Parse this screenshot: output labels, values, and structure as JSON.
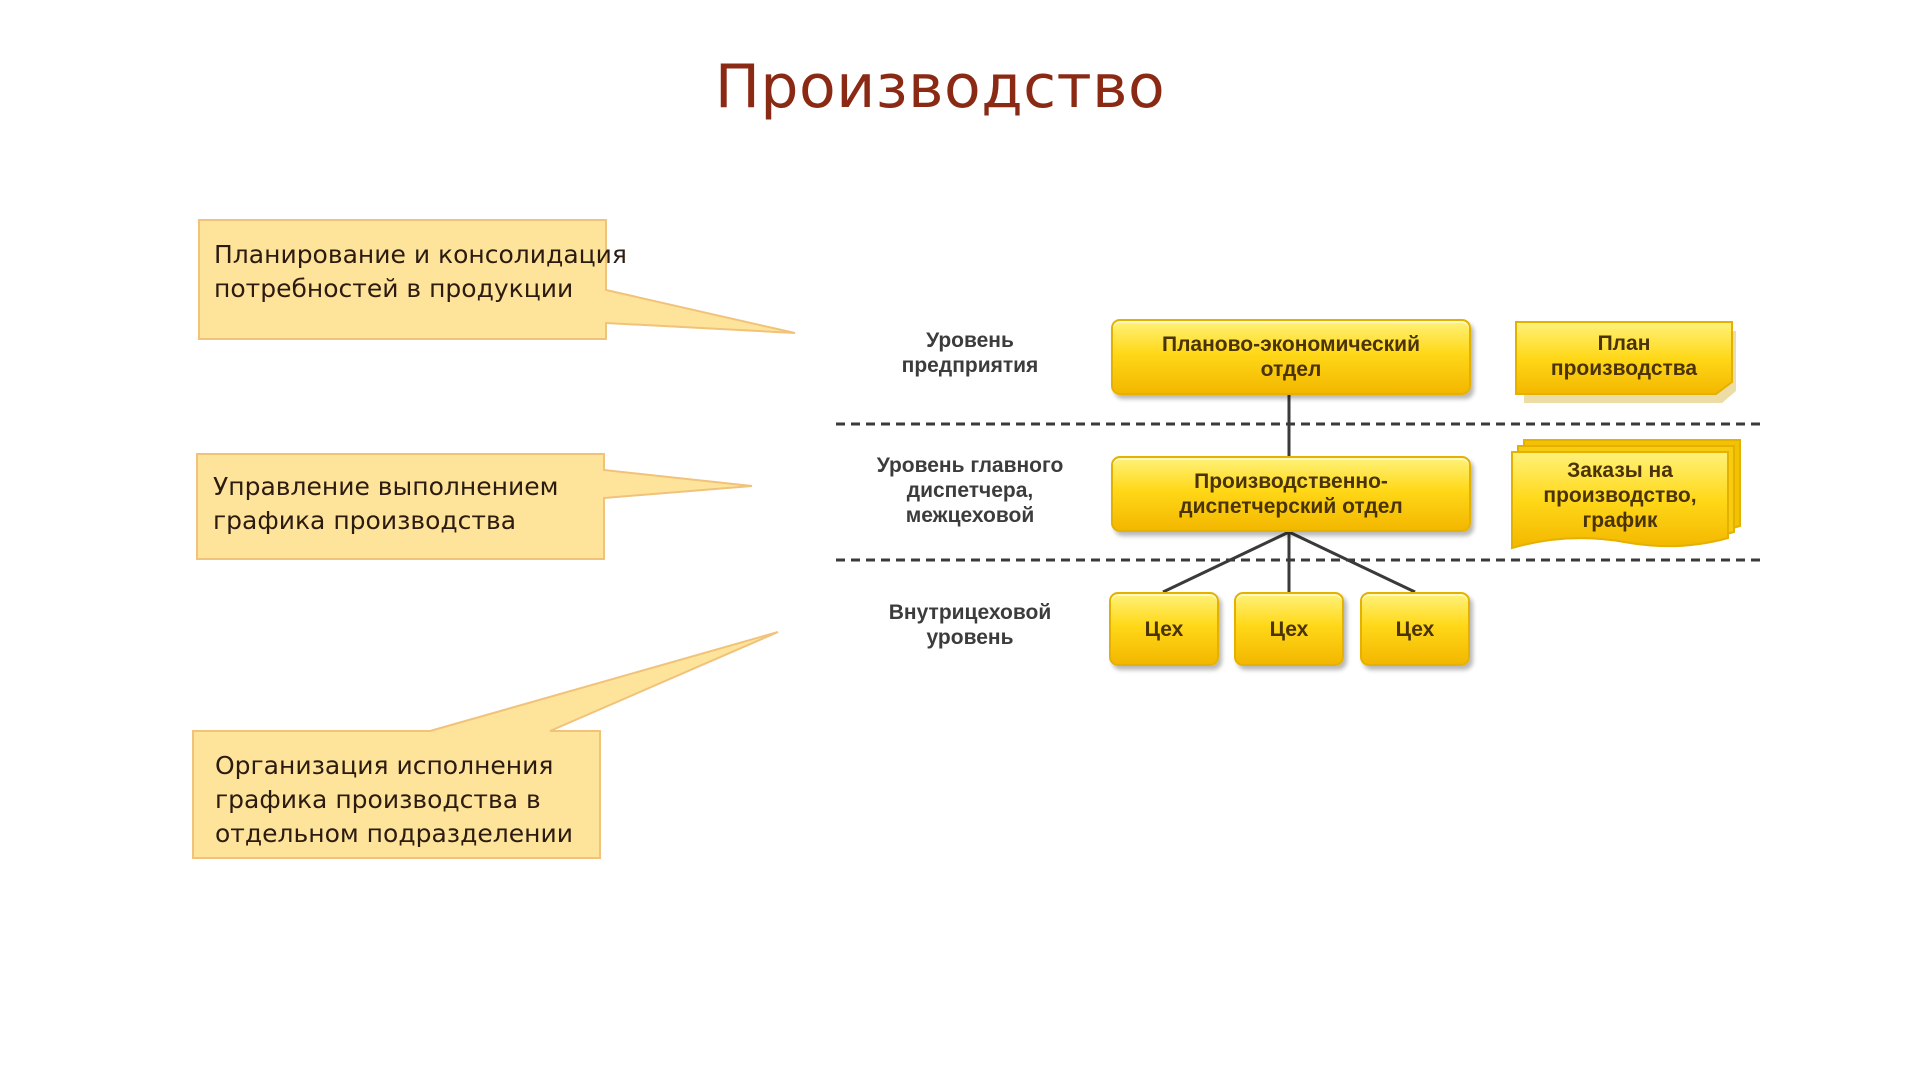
{
  "title": "Производство",
  "callouts": [
    {
      "text_lines": [
        "Планирование и консолидация",
        "потребностей в продукции"
      ]
    },
    {
      "text_lines": [
        "Управление выполнением",
        "графика производства"
      ]
    },
    {
      "text_lines": [
        "Организация исполнения",
        "графика производства в",
        "отдельном подразделении"
      ]
    }
  ],
  "levels": [
    {
      "lines": [
        "Уровень",
        "предприятия"
      ]
    },
    {
      "lines": [
        "Уровень главного",
        "диспетчера,",
        "межцеховой"
      ]
    },
    {
      "lines": [
        "Внутрицеховой",
        "уровень"
      ]
    }
  ],
  "departments": {
    "planning": {
      "lines": [
        "Планово-экономический",
        "отдел"
      ]
    },
    "dispatch": {
      "lines": [
        "Производственно-",
        "диспетчерский отдел"
      ]
    },
    "workshops": [
      "Цех",
      "Цех",
      "Цех"
    ]
  },
  "documents": {
    "plan": {
      "lines": [
        "План",
        "производства"
      ]
    },
    "orders": {
      "lines": [
        "Заказы на",
        "производство,",
        "график"
      ]
    }
  },
  "colors": {
    "title": "#8b2a14",
    "callout_fill": "#fde49a",
    "callout_border": "#f1c27a",
    "box_top": "#fff27a",
    "box_bottom": "#f3b700"
  }
}
